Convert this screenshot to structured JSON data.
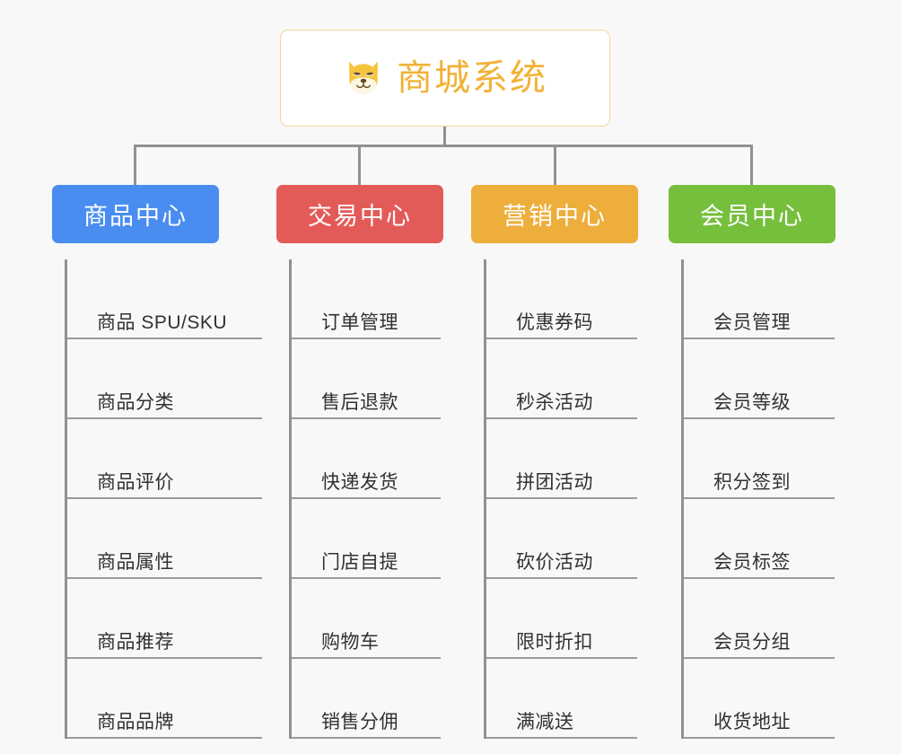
{
  "theme": {
    "background": "#f8f8f8",
    "connector_color": "#919191",
    "root_text_color": "#f2b134",
    "root_border_color": "#f3d79b",
    "item_text_color": "#303133",
    "item_rule_color": "#9a9a9a"
  },
  "root": {
    "icon": "shiba-dog-face-icon",
    "title": "商城系统"
  },
  "branches": [
    {
      "id": "product-center",
      "label": "商品中心",
      "color": "#4a8df0",
      "items": [
        {
          "label": "商品 SPU/SKU"
        },
        {
          "label": "商品分类"
        },
        {
          "label": "商品评价"
        },
        {
          "label": "商品属性"
        },
        {
          "label": "商品推荐"
        },
        {
          "label": "商品品牌"
        }
      ]
    },
    {
      "id": "trade-center",
      "label": "交易中心",
      "color": "#e35b58",
      "items": [
        {
          "label": "订单管理"
        },
        {
          "label": "售后退款"
        },
        {
          "label": "快递发货"
        },
        {
          "label": "门店自提"
        },
        {
          "label": "购物车"
        },
        {
          "label": "销售分佣"
        }
      ]
    },
    {
      "id": "marketing-center",
      "label": "营销中心",
      "color": "#edae3c",
      "items": [
        {
          "label": "优惠券码"
        },
        {
          "label": "秒杀活动"
        },
        {
          "label": "拼团活动"
        },
        {
          "label": "砍价活动"
        },
        {
          "label": "限时折扣"
        },
        {
          "label": "满减送"
        }
      ]
    },
    {
      "id": "member-center",
      "label": "会员中心",
      "color": "#76bf3d",
      "items": [
        {
          "label": "会员管理"
        },
        {
          "label": "会员等级"
        },
        {
          "label": "积分签到"
        },
        {
          "label": "会员标签"
        },
        {
          "label": "会员分组"
        },
        {
          "label": "收货地址"
        }
      ]
    }
  ]
}
